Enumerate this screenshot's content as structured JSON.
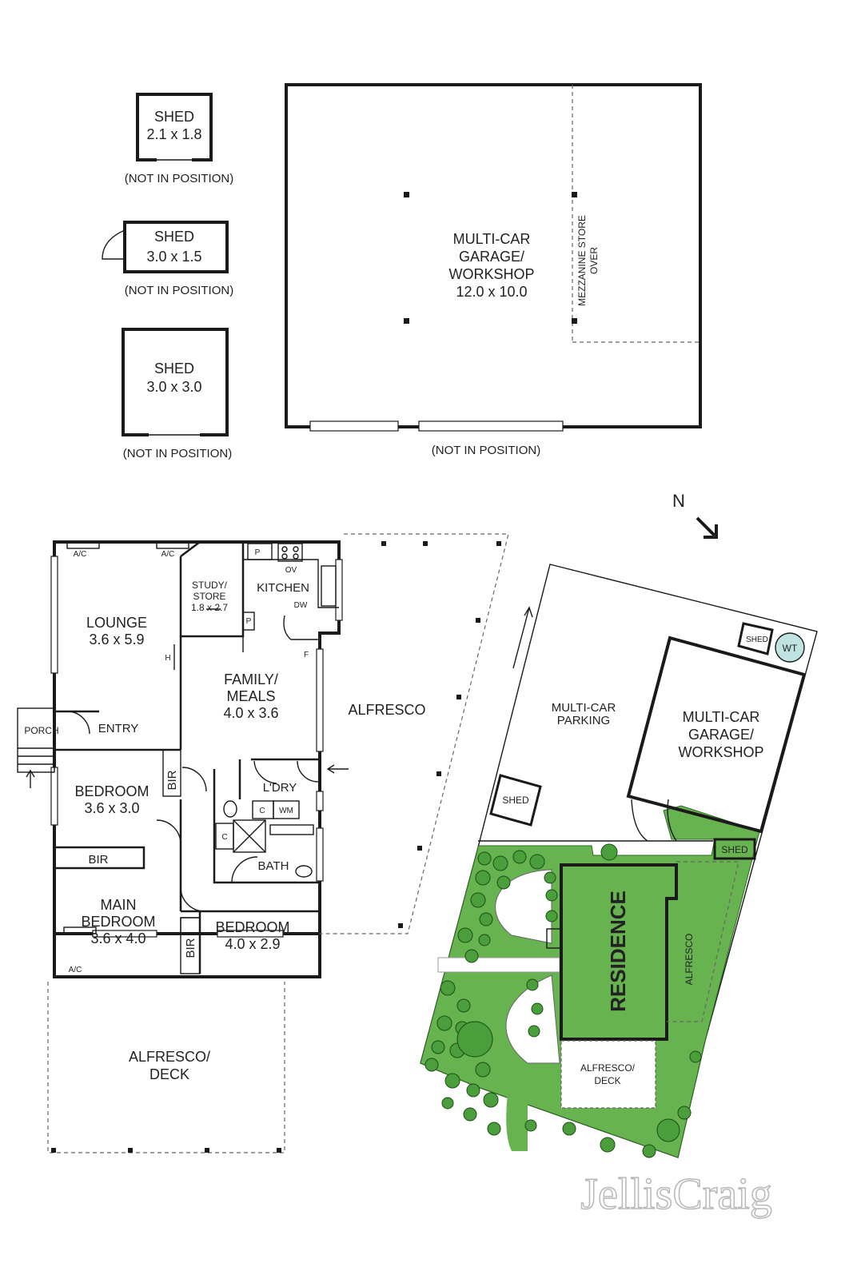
{
  "sheds": [
    {
      "name": "SHED",
      "size": "2.1 x 1.8",
      "note": "(NOT IN POSITION)"
    },
    {
      "name": "SHED",
      "size": "3.0 x 1.5",
      "note": "(NOT IN POSITION)"
    },
    {
      "name": "SHED",
      "size": "3.0 x 3.0",
      "note": "(NOT IN POSITION)"
    }
  ],
  "garage": {
    "line1": "MULTI-CAR",
    "line2": "GARAGE/",
    "line3": "WORKSHOP",
    "size": "12.0 x 10.0",
    "mezz1": "MEZZANINE STORE",
    "mezz2": "OVER",
    "note": "(NOT IN POSITION)"
  },
  "compass": {
    "label": "N"
  },
  "house": {
    "ac": "A/C",
    "lounge": {
      "name": "LOUNGE",
      "size": "3.6 x 5.9"
    },
    "study": {
      "line1": "STUDY/",
      "line2": "STORE",
      "size": "1.8 x 2.7"
    },
    "kitchen": "KITCHEN",
    "pantry": "P",
    "oven": "OV",
    "dishwasher": "DW",
    "fridge": "F",
    "heater": "H",
    "family": {
      "line1": "FAMILY/",
      "line2": "MEALS",
      "size": "4.0 x 3.6"
    },
    "porch": "PORCH",
    "entry": "ENTRY",
    "bedroom2": {
      "name": "BEDROOM",
      "size": "3.6 x 3.0"
    },
    "bir": "BIR",
    "laundry": "L'DRY",
    "wm": "WM",
    "cupboard": "C",
    "bath": "BATH",
    "main": {
      "line1": "MAIN",
      "line2": "BEDROOM",
      "size": "3.6 x 4.0"
    },
    "bedroom3": {
      "name": "BEDROOM",
      "size": "4.0 x 2.9"
    },
    "alfresco": "ALFRESCO",
    "deck1": "ALFRESCO/",
    "deck2": "DECK"
  },
  "site": {
    "parking1": "MULTI-CAR",
    "parking2": "PARKING",
    "garage1": "MULTI-CAR",
    "garage2": "GARAGE/",
    "garage3": "WORKSHOP",
    "shed": "SHED",
    "wt": "WT",
    "residence": "RESIDENCE",
    "alfresco": "ALFRESCO",
    "deck1": "ALFRESCO/",
    "deck2": "DECK"
  },
  "brand": "JellisCraig",
  "colors": {
    "lawn": "#66b34f",
    "wall": "#1a1a1a",
    "tank": "#bfe3e0"
  }
}
